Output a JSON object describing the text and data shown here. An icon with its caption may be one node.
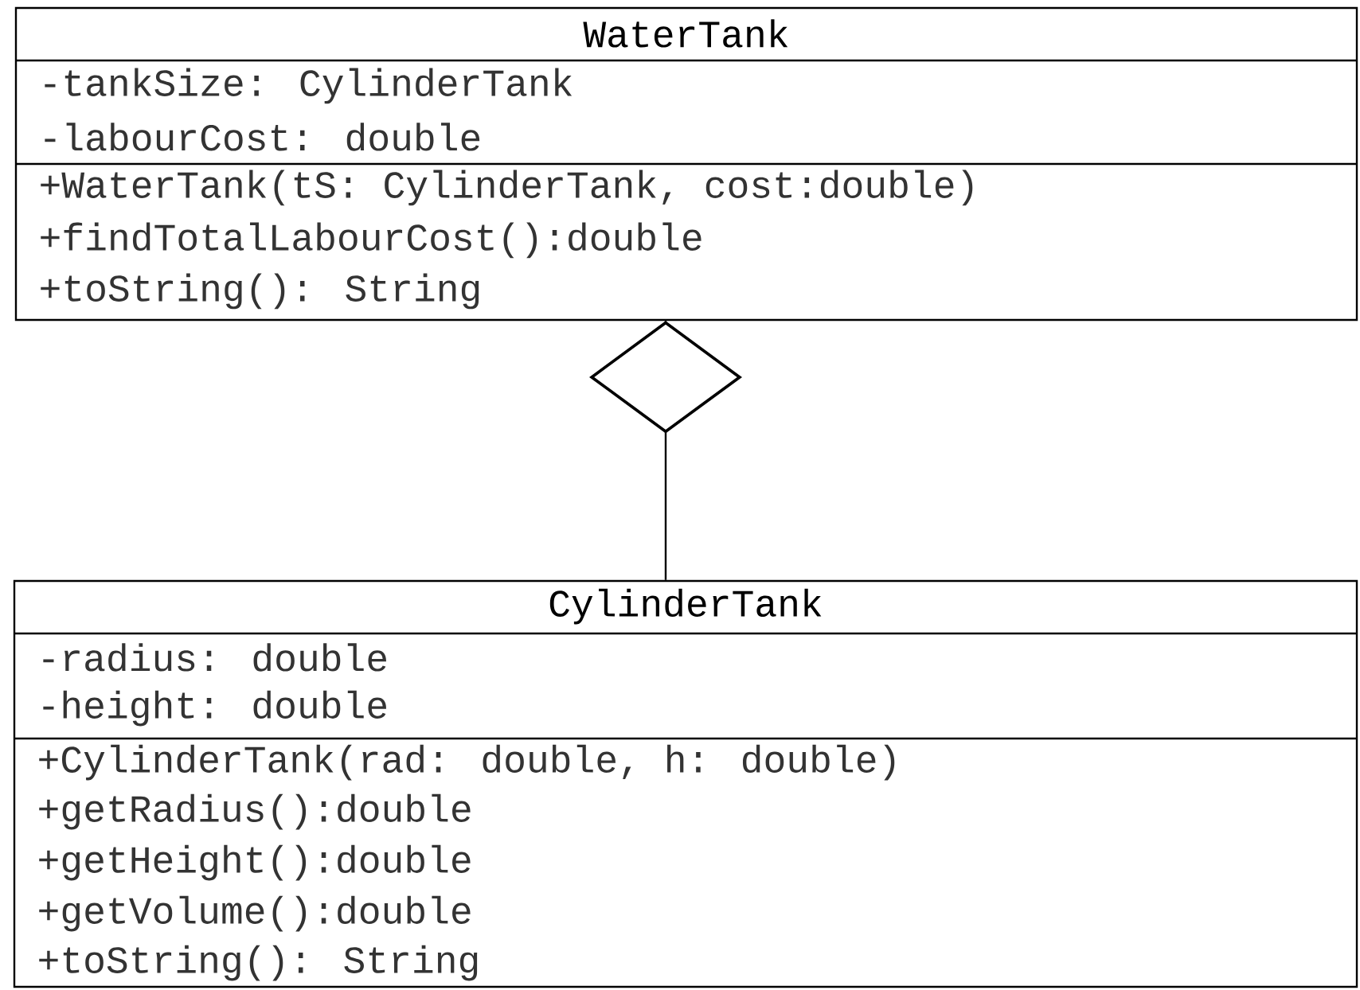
{
  "diagram": {
    "nodes": [
      {
        "text": [
          "WaterTank",
          "-tankSize: CylinderTank",
          "-labourCost: double",
          "+WaterTank(tS: CylinderTank, cost:double)",
          "+findTotalLabourCost():double",
          "+toString(): String"
        ]
      },
      {
        "text": [
          "CylinderTank",
          "-radius: double",
          "-height: double",
          "+CylinderTank(rad: double, h: double)",
          "+getRadius():double",
          "+getHeight():double",
          "+getVolume():double",
          "+toString(): String"
        ]
      }
    ],
    "edges": [
      {
        "from": 1,
        "to": 0,
        "arrow": "other"
      }
    ]
  }
}
